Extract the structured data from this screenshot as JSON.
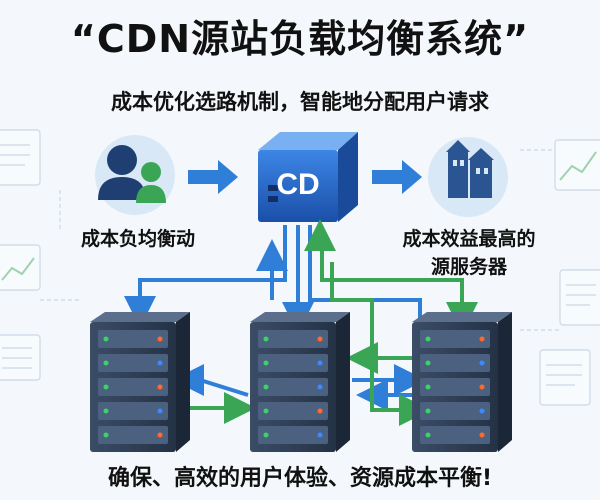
{
  "title": "“CDN源站负载均衡系统”",
  "subtitle": "成本优化选路机制，智能地分配用户请求",
  "labels": {
    "left": "成本负均衡动",
    "right_line1": "成本效益最高的",
    "right_line2": "源服务器",
    "cdn_box": "CD"
  },
  "footer": "确保、高效的用户体验、资源成本平衡!",
  "colors": {
    "blue_arrow": "#2f7fd8",
    "green_arrow": "#3aa655",
    "cdn_box": "#1e63c9",
    "server_body": "#2f3f55"
  },
  "icons": [
    "user-group-icon",
    "cdn-cube-icon",
    "buildings-icon",
    "server-icon",
    "chart-icon",
    "document-icon"
  ]
}
